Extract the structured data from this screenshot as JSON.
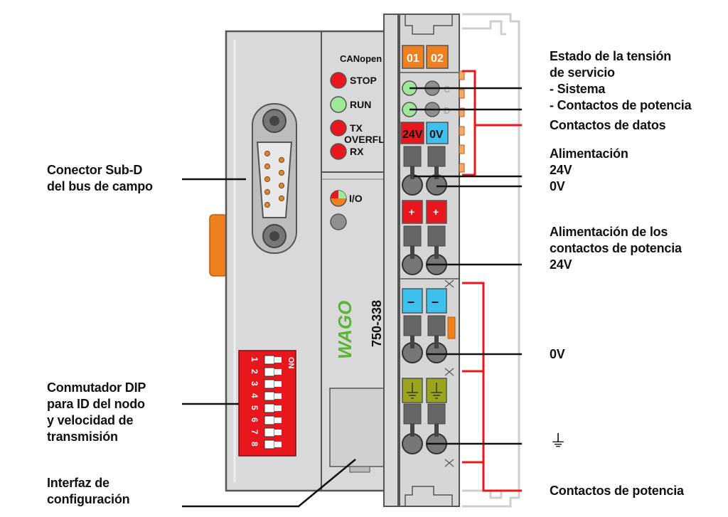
{
  "device": {
    "bus_name": "CANopen",
    "model": "750-338",
    "brand": "WAGO",
    "leds": [
      "STOP",
      "RUN",
      "TX",
      "OVERFLOW",
      "RX"
    ],
    "io_led": "I/O",
    "channel_tags": [
      "01",
      "02"
    ],
    "led_letters": [
      "C",
      "D"
    ],
    "supply_tags": [
      "24V",
      "0V"
    ],
    "plus_sign": "+",
    "minus_sign": "–",
    "dip_on": "ON",
    "dip_numbers": [
      "1",
      "2",
      "3",
      "4",
      "5",
      "6",
      "7",
      "8"
    ]
  },
  "labels": {
    "right": {
      "status_1": "Estado de la tensión",
      "status_2": "de servicio",
      "status_3": "- Sistema",
      "status_4": "- Contactos de potencia",
      "data_contacts": "Contactos de datos",
      "supply_1": "Alimentación",
      "supply_2": "24V",
      "supply_3": "0V",
      "power_supply_1": "Alimentación de los",
      "power_supply_2": "contactos de potencia",
      "power_supply_3": "24V",
      "zero_v": "0V",
      "ground_symbol": "⏚",
      "power_contacts": "Contactos de potencia"
    },
    "left": {
      "subd_1": "Conector Sub-D",
      "subd_2": "del bus de campo",
      "dip_1": "Conmutador DIP",
      "dip_2": "para ID del nodo",
      "dip_3": "y velocidad de",
      "dip_4": "transmisión",
      "config_1": "Interfaz de",
      "config_2": "configuración"
    }
  },
  "colors": {
    "housing": "#d9d9d9",
    "housing_dark": "#c4c4c4",
    "outline": "#555555",
    "led_red": "#e8161d",
    "led_green": "#9ee89a",
    "orange": "#f07f1d",
    "blue": "#3cc0ee",
    "green_gnd": "#9aa51c",
    "wago_green": "#5ab534",
    "red_line": "#e8161d"
  }
}
